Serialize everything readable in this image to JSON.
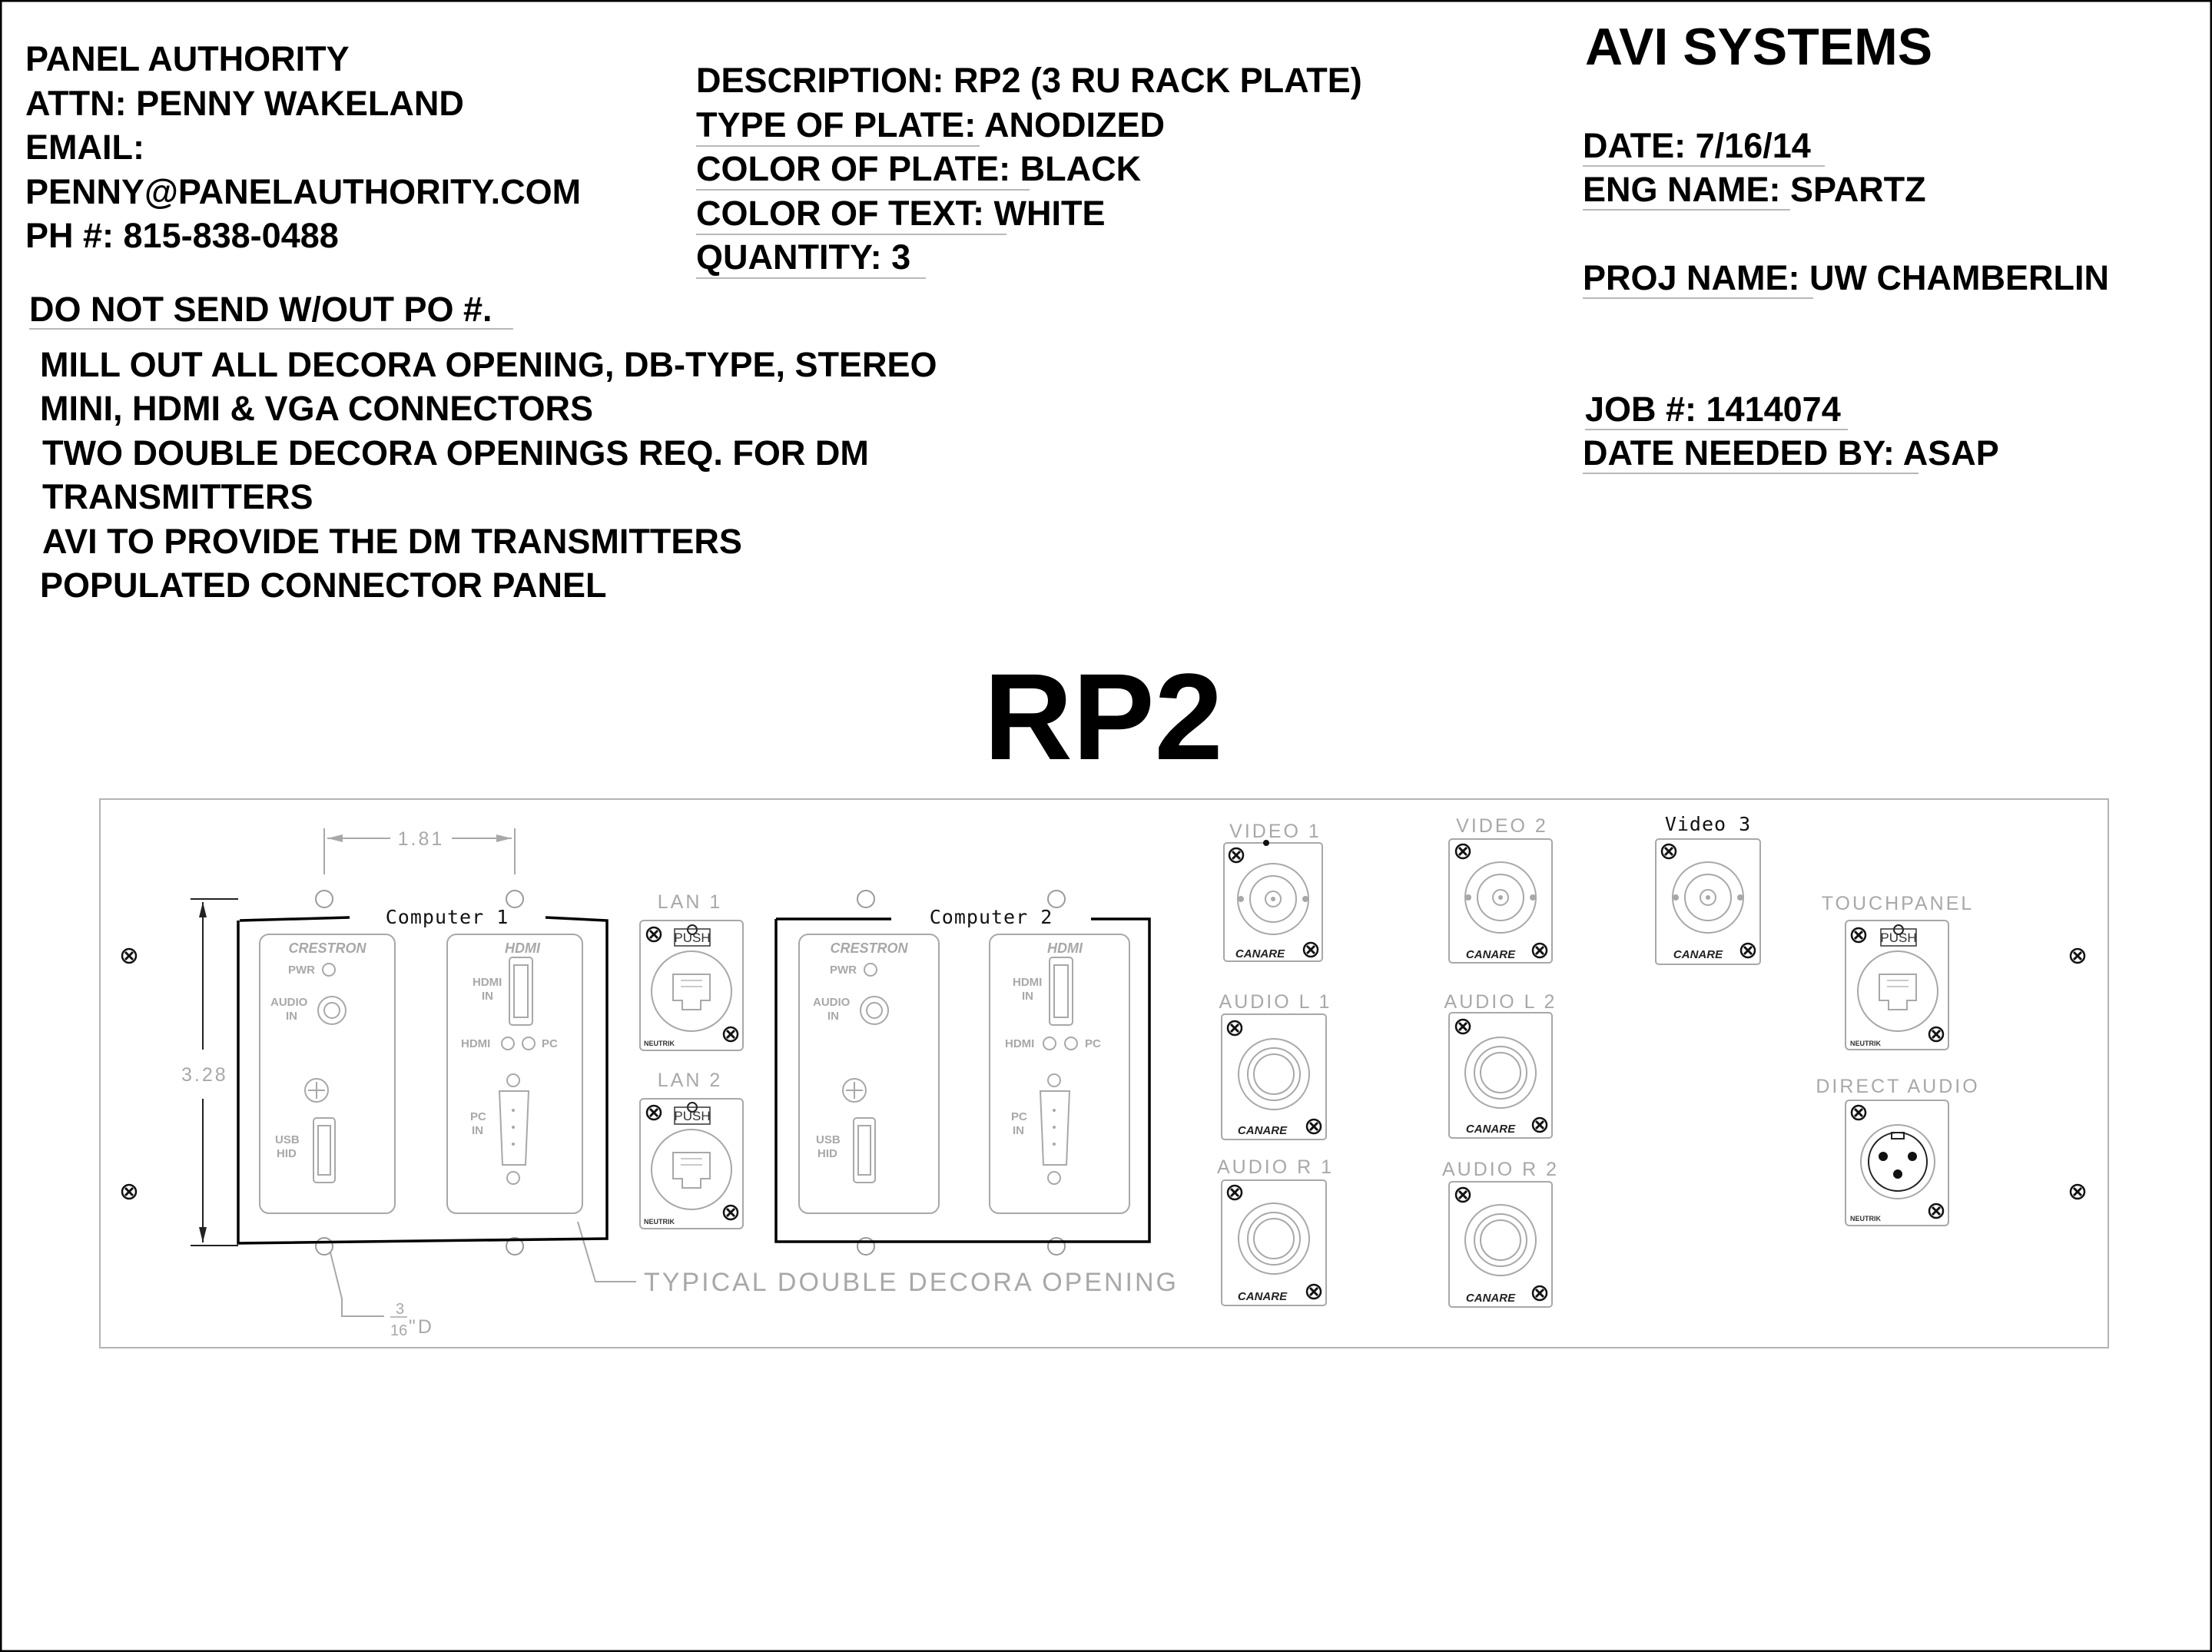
{
  "vendor": {
    "lines": [
      "PANEL AUTHORITY",
      "ATTN: PENNY WAKELAND",
      "EMAIL:",
      "PENNY@PANELAUTHORITY.COM",
      "PH #: 815-838-0488"
    ],
    "po_note": "DO NOT SEND W/OUT PO #."
  },
  "plate_spec": {
    "description": "DESCRIPTION: RP2 (3 RU RACK PLATE)",
    "type": "TYPE OF PLATE:  ANODIZED",
    "plate_color": "COLOR OF PLATE: BLACK",
    "text_color": "COLOR OF TEXT: WHITE",
    "quantity": "QUANTITY: 3"
  },
  "notes": [
    "MILL OUT ALL DECORA OPENING, DB-TYPE, STEREO",
    "MINI, HDMI & VGA CONNECTORS",
    "TWO DOUBLE DECORA OPENINGS REQ. FOR DM",
    "TRANSMITTERS",
    "AVI TO PROVIDE THE DM TRANSMITTERS",
    "POPULATED CONNECTOR PANEL"
  ],
  "company": {
    "name": "AVI SYSTEMS",
    "date": "DATE: 7/16/14",
    "eng_name": "ENG NAME: SPARTZ",
    "proj_name": "PROJ NAME: UW CHAMBERLIN",
    "job": "JOB #: 1414074",
    "date_needed": "DATE NEEDED BY: ASAP"
  },
  "drawing": {
    "title": "RP2",
    "dimensions": {
      "width": "1.81",
      "height": "3.28",
      "hole_num": "3",
      "hole_den": "16",
      "hole_suffix": "\"D"
    },
    "decora_callout": "TYPICAL DOUBLE DECORA OPENING",
    "computer_1": "Computer 1",
    "computer_2": "Computer 2",
    "dm_module": {
      "brand": "CRESTRON",
      "pwr": "PWR",
      "audio_1": "AUDIO",
      "audio_2": "IN",
      "usb_1": "USB",
      "usb_2": "HID"
    },
    "hdmi_module": {
      "logo": "HDMI",
      "hdmi_in_1": "HDMI",
      "hdmi_in_2": "IN",
      "sel_hdmi": "HDMI",
      "sel_pc": "PC",
      "pc_in_1": "PC",
      "pc_in_2": "IN"
    },
    "lan_1": "LAN 1",
    "lan_2": "LAN 2",
    "video_1": "VIDEO 1",
    "video_2": "VIDEO 2",
    "video_3": "Video 3",
    "audio_l1": "AUDIO L 1",
    "audio_l2": "AUDIO L 2",
    "audio_r1": "AUDIO R 1",
    "audio_r2": "AUDIO R 2",
    "touchpanel": "TOUCHPANEL",
    "direct_audio": "DIRECT AUDIO",
    "push": "PUSH",
    "neutrik": "NEUTRIK",
    "canare": "CANARE"
  }
}
